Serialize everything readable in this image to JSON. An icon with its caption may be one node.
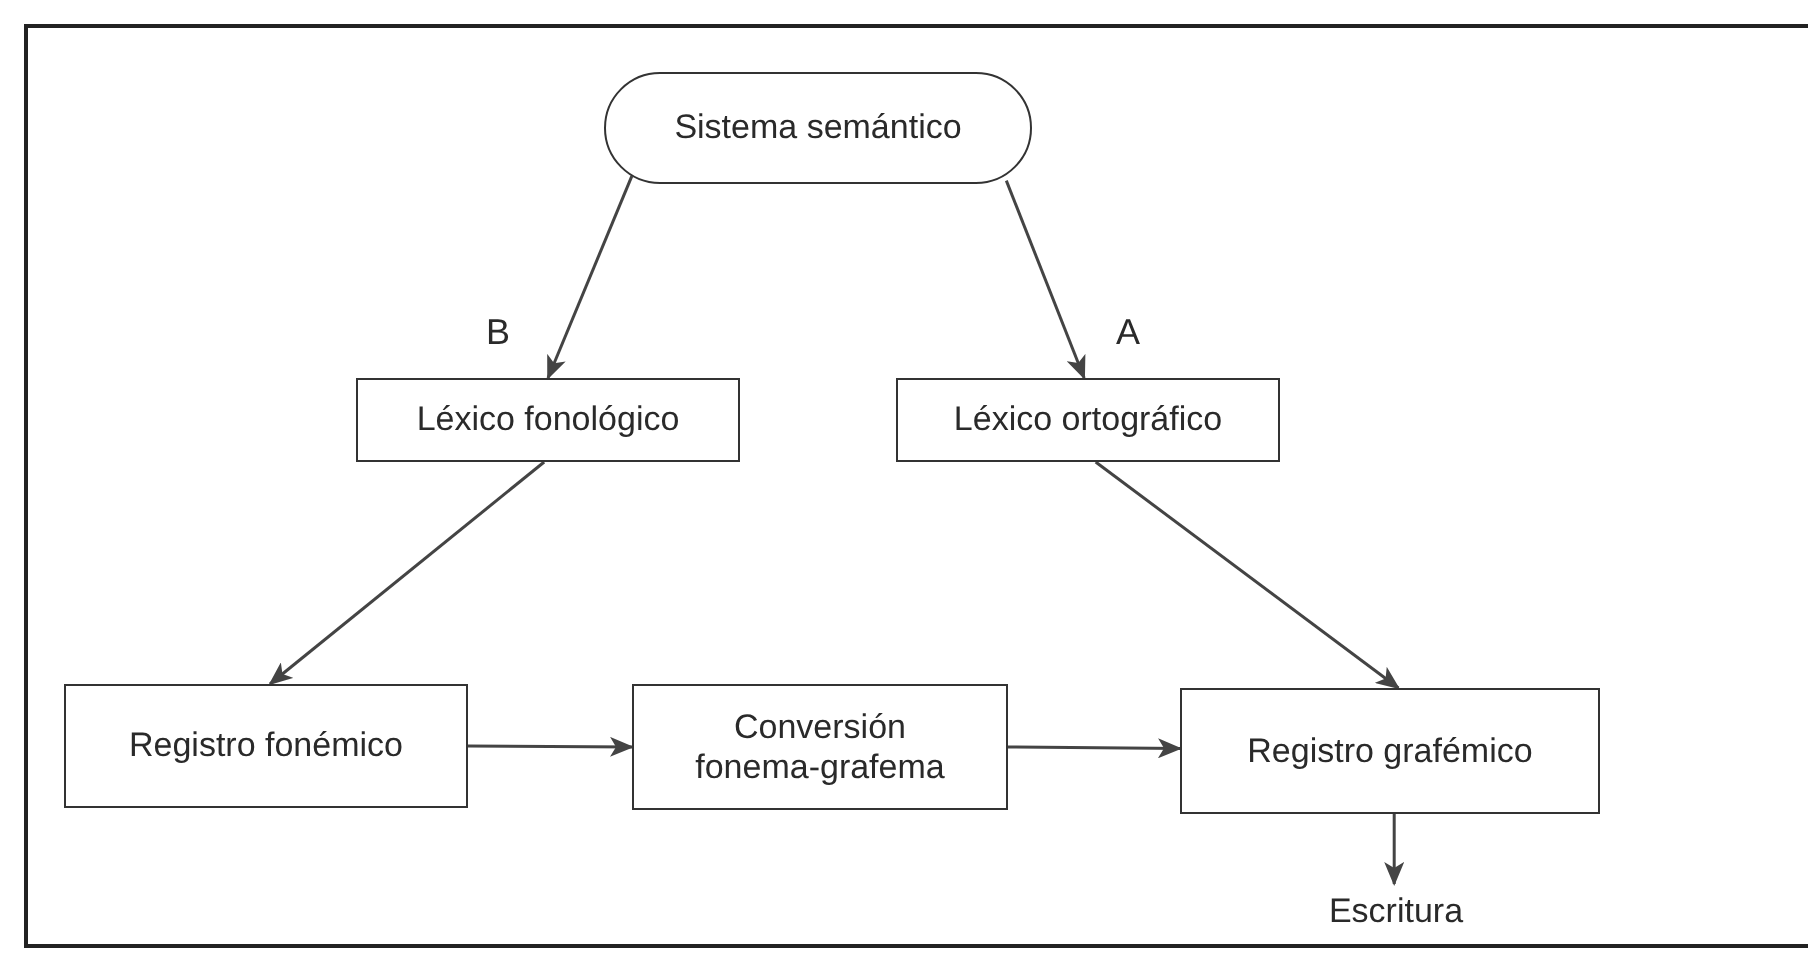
{
  "diagram": {
    "nodes": [
      {
        "text": [
          "Sistema semántico"
        ]
      },
      {
        "text": [
          "Léxico fonológico"
        ]
      },
      {
        "text": [
          "Léxico ortográfico"
        ]
      },
      {
        "text": [
          "Registro fonémico"
        ]
      },
      {
        "text": [
          "Conversión fonema-grafema"
        ]
      },
      {
        "text": [
          "Registro grafémico"
        ]
      },
      {
        "text": [
          "Escritura"
        ]
      }
    ],
    "edges": [
      {
        "from": 0,
        "to": 1,
        "arrow": "to",
        "label": "B"
      },
      {
        "from": 0,
        "to": 2,
        "arrow": "to",
        "label": "A"
      },
      {
        "from": 1,
        "to": 3,
        "arrow": "to"
      },
      {
        "from": 2,
        "to": 5,
        "arrow": "to"
      },
      {
        "from": 3,
        "to": 4,
        "arrow": "to"
      },
      {
        "from": 4,
        "to": 5,
        "arrow": "to"
      },
      {
        "from": 5,
        "to": 6,
        "arrow": "to"
      }
    ]
  }
}
